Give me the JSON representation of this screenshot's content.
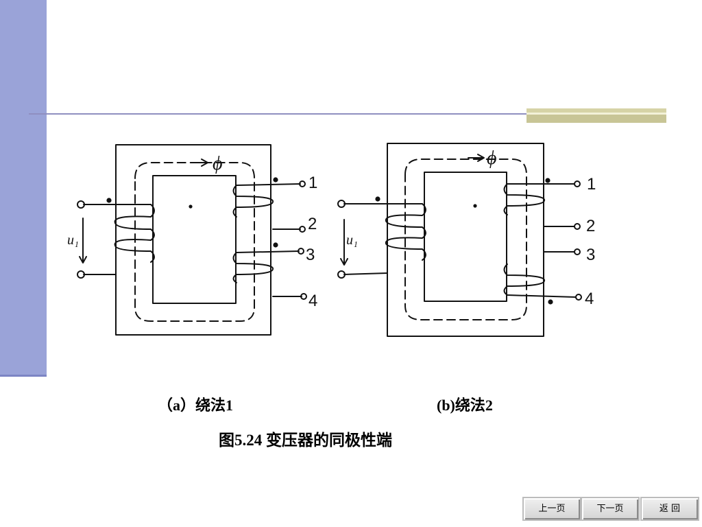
{
  "figure": {
    "caption_a": "（a）绕法1",
    "caption_b": "(b)绕法2",
    "title": "图5.24  变压器的同极性端"
  },
  "diagram_a": {
    "flux_label": "ϕ",
    "voltage_label": "u₁",
    "terminals": [
      "1",
      "2",
      "3",
      "4"
    ]
  },
  "diagram_b": {
    "flux_label": "ϕ",
    "voltage_label": "u₁",
    "terminals": [
      "1",
      "2",
      "3",
      "4"
    ]
  },
  "nav": {
    "prev": "上一页",
    "next": "下一页",
    "back": "返  回"
  },
  "colors": {
    "sidebar": "#9aa3d8",
    "rule": "#8f8fc0",
    "accent": "#d6d3a6"
  }
}
